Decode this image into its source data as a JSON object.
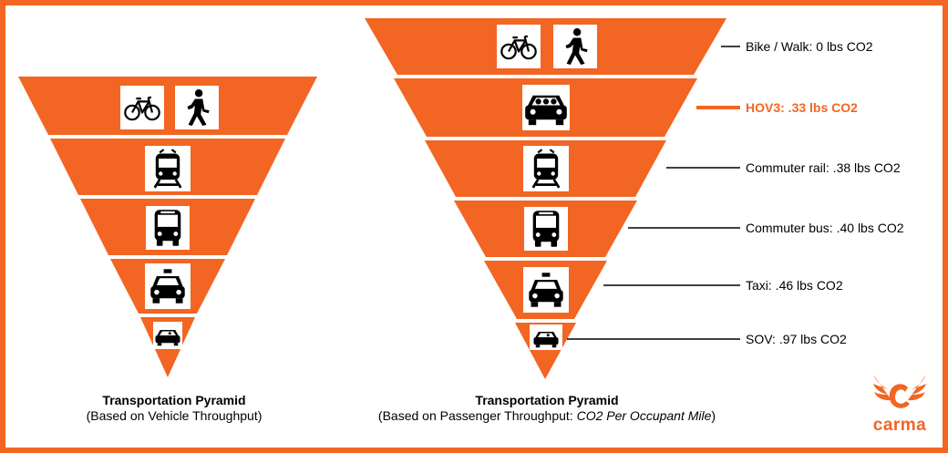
{
  "colors": {
    "accent": "#f26522",
    "text": "#000000"
  },
  "left_pyramid": {
    "title": "Transportation Pyramid",
    "subtitle": "(Based on Vehicle Throughput)",
    "tiers": [
      {
        "icons": [
          "bike-icon",
          "walk-icon"
        ]
      },
      {
        "icons": [
          "train-icon"
        ]
      },
      {
        "icons": [
          "bus-icon"
        ]
      },
      {
        "icons": [
          "taxi-icon"
        ]
      },
      {
        "icons": [
          "car-icon"
        ]
      }
    ]
  },
  "right_pyramid": {
    "title": "Transportation Pyramid",
    "subtitle_plain": "(Based on Passenger Throughput: ",
    "subtitle_italic": "CO2 Per Occupant Mile",
    "subtitle_close": ")",
    "tiers": [
      {
        "icons": [
          "bike-icon",
          "walk-icon"
        ],
        "label": "Bike / Walk: 0 lbs CO2",
        "highlight": false
      },
      {
        "icons": [
          "carpool-icon"
        ],
        "label": "HOV3: .33 lbs CO2",
        "highlight": true
      },
      {
        "icons": [
          "train-icon"
        ],
        "label": "Commuter rail: .38 lbs CO2",
        "highlight": false
      },
      {
        "icons": [
          "bus-icon"
        ],
        "label": "Commuter bus: .40 lbs CO2",
        "highlight": false
      },
      {
        "icons": [
          "taxi-icon"
        ],
        "label": "Taxi: .46 lbs CO2",
        "highlight": false
      },
      {
        "icons": [
          "car-icon"
        ],
        "label": "SOV: .97 lbs CO2",
        "highlight": false
      }
    ]
  },
  "logo": {
    "text": "carma"
  }
}
